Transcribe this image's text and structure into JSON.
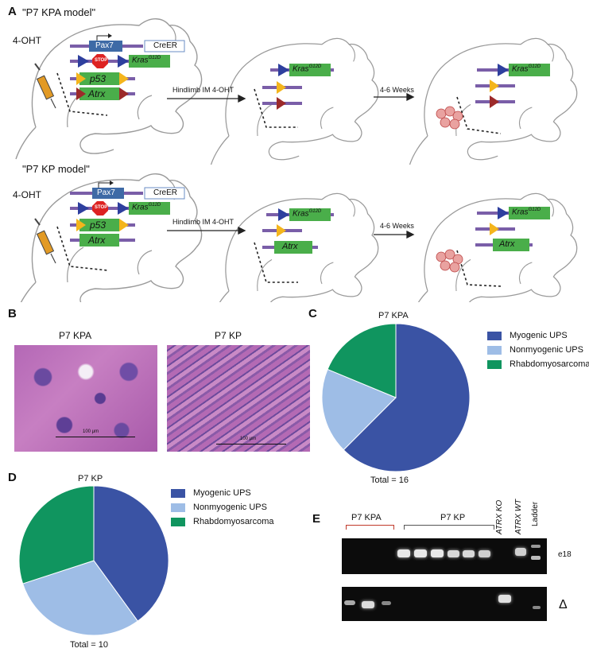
{
  "panel_a": {
    "letter": "A",
    "top_title": "\"P7 KPA model\"",
    "bottom_title": "\"P7 KP model\"",
    "tamoxifen": "4-OHT",
    "pax7": "Pax7",
    "creer": "CreER",
    "stop": "STOP",
    "kras": "Kras",
    "kras_sup": "G12D",
    "p53": "p53",
    "atrx": "Atrx",
    "arrow1_label": "Hindlimb IM 4-OHT",
    "arrow2_label": "4-6 Weeks"
  },
  "panel_b": {
    "letter": "B",
    "left_label": "P7 KPA",
    "right_label": "P7 KP",
    "scale_left": "100 μm",
    "scale_right": "100 μm"
  },
  "panel_c": {
    "letter": "C",
    "title": "P7 KPA",
    "total": "Total = 16"
  },
  "panel_d": {
    "letter": "D",
    "title": "P7 KP",
    "total": "Total = 10"
  },
  "legend": {
    "items": [
      "Myogenic UPS",
      "Nonmyogenic UPS",
      "Rhabdomyosarcoma"
    ]
  },
  "colors": {
    "myogenic": "#3a53a4",
    "nonmyogenic": "#9ebde6",
    "rhabdo": "#10955f",
    "kras_green": "#4aae4a",
    "pax7_blue": "#3e6aa6",
    "lox_blue": "#2e3f9e",
    "frt_orange": "#f4b51c",
    "lox_red": "#9c2a2a",
    "strand_purple": "#7a5ea8"
  },
  "chart_data": [
    {
      "type": "pie",
      "title": "P7 KPA",
      "categories": [
        "Myogenic UPS",
        "Nonmyogenic UPS",
        "Rhabdomyosarcoma"
      ],
      "values": [
        10,
        3,
        3
      ],
      "annotation": "Total = 16"
    },
    {
      "type": "pie",
      "title": "P7 KP",
      "categories": [
        "Myogenic UPS",
        "Nonmyogenic UPS",
        "Rhabdomyosarcoma"
      ],
      "values": [
        4,
        3,
        3
      ],
      "annotation": "Total = 10"
    }
  ],
  "panel_e": {
    "letter": "E",
    "group_kpa": "P7 KPA",
    "group_kp": "P7 KP",
    "lane_ko": "ATRX KO",
    "lane_wt": "ATRX WT",
    "lane_ladder": "Ladder",
    "row_top": "e18",
    "row_bottom": "Δ"
  }
}
